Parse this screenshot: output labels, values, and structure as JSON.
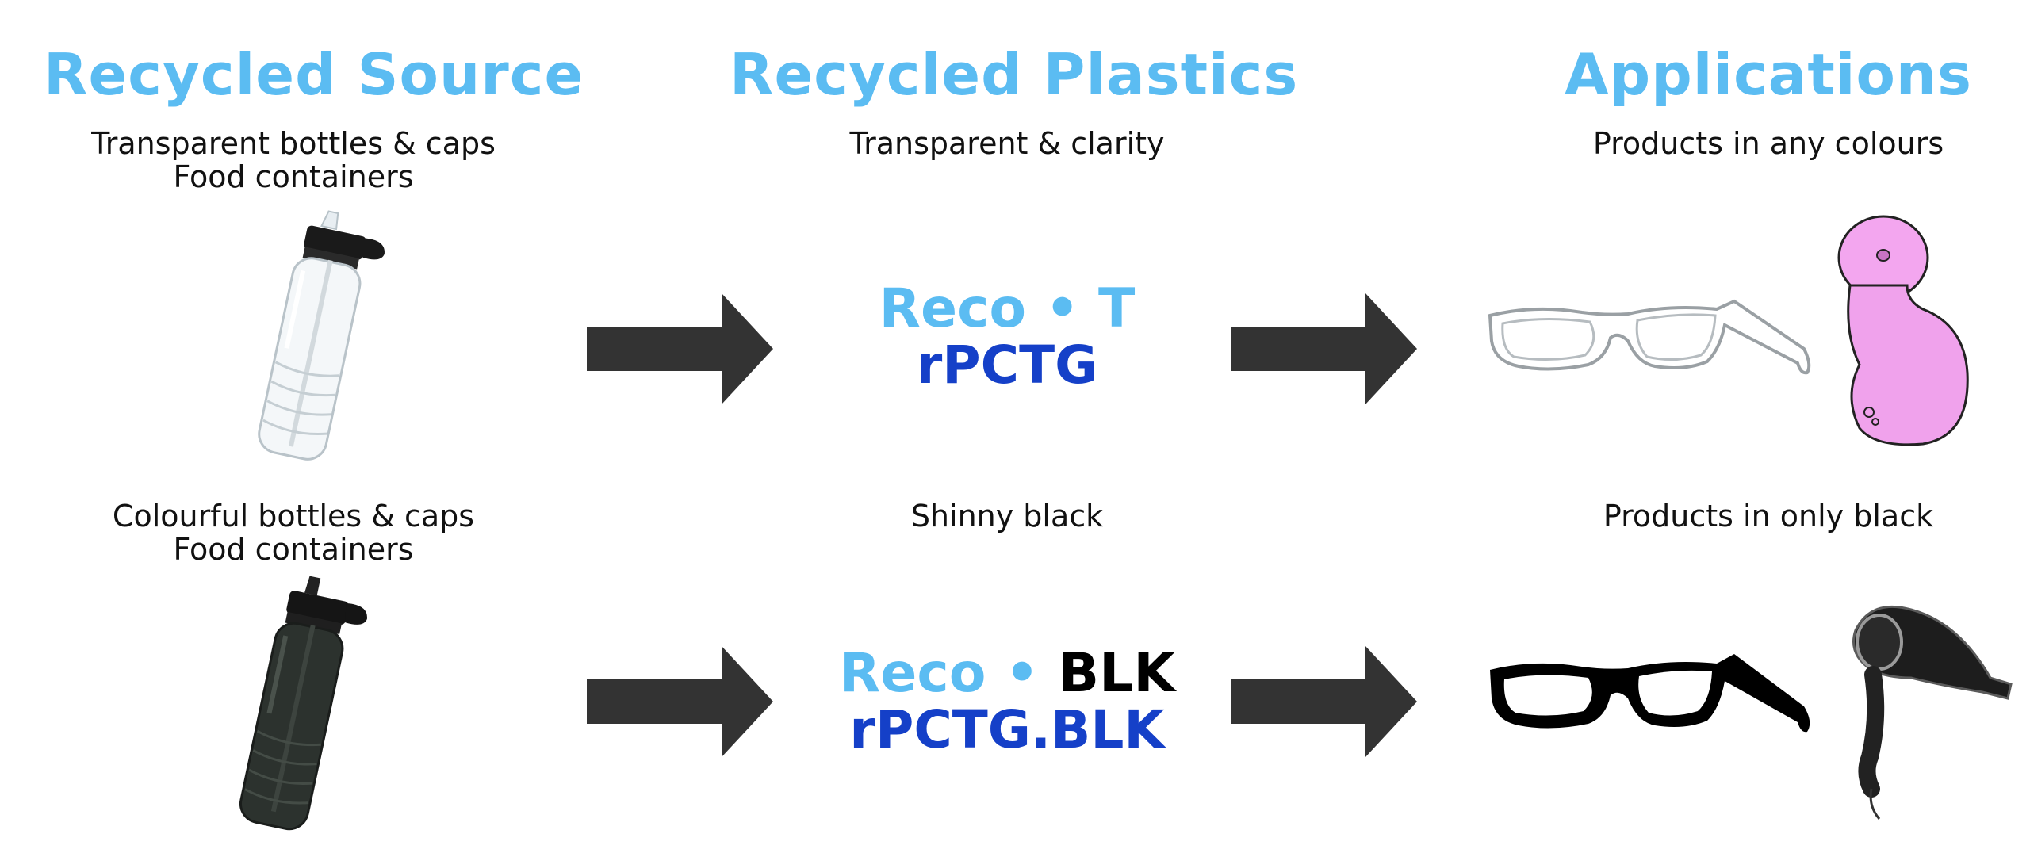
{
  "columns": {
    "source": "Recycled Source",
    "plastics": "Recycled Plastics",
    "applications": "Applications"
  },
  "rows": [
    {
      "source_caption_1": "Transparent bottles & caps",
      "source_caption_2": "Food containers",
      "plastics_caption": "Transparent & clarity",
      "logo_reco": "Reco",
      "logo_suffix": "T",
      "logo_grade": "rPCTG",
      "applications_caption": "Products in any colours"
    },
    {
      "source_caption_1": "Colourful bottles & caps",
      "source_caption_2": "Food containers",
      "plastics_caption": "Shinny black",
      "logo_reco": "Reco",
      "logo_suffix": "BLK",
      "logo_grade": "rPCTG.BLK",
      "applications_caption": "Products in only black"
    }
  ],
  "colors": {
    "heading": "#5bbcf2",
    "arrow": "#333333",
    "logo_blue": "#1540c8",
    "logo_light_blue": "#5bbcf2",
    "logo_green": "#6ee07c"
  },
  "icons": [
    "clear-bottle-icon",
    "black-bottle-icon",
    "clear-glasses-icon",
    "pink-steamer-icon",
    "black-glasses-icon",
    "hair-dryer-icon",
    "right-arrow-icon"
  ]
}
